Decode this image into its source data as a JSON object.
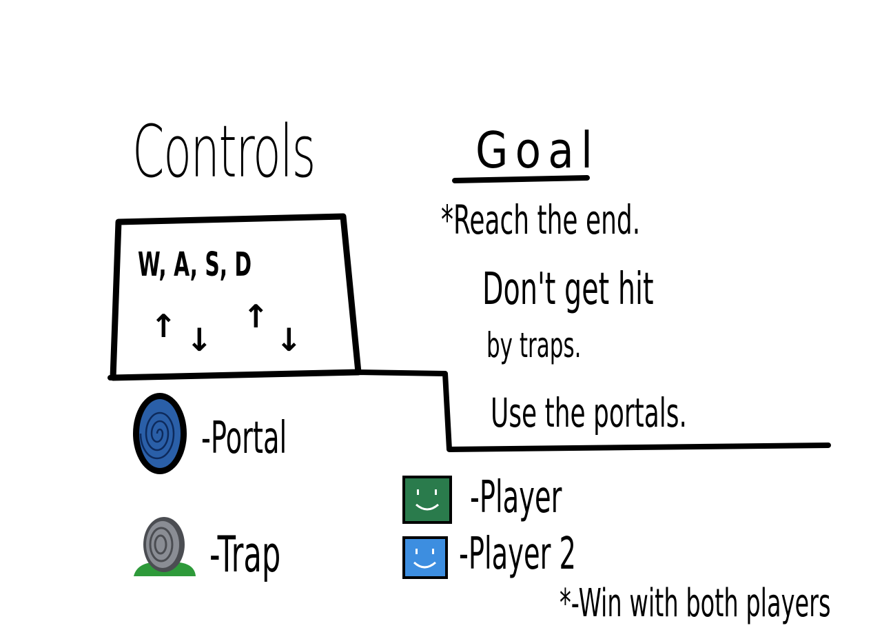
{
  "controls": {
    "title": "Controls",
    "keys": "W, A, S, D",
    "arrows": [
      "↑",
      "↓",
      "↑",
      "↓"
    ]
  },
  "goal": {
    "title": "Goal",
    "lines": [
      "*Reach the end.",
      "Don't get hit",
      "by traps.",
      "Use the portals."
    ]
  },
  "legend": {
    "portal": {
      "icon": "portal-icon",
      "label": "-Portal",
      "colors": {
        "rim": "#000000",
        "fill": "#2a5fa8",
        "swirl": "#0d2a5c"
      }
    },
    "trap": {
      "icon": "trap-icon",
      "label": "-Trap",
      "colors": {
        "disc": "#7c7f86",
        "grass": "#2e9a3a"
      }
    },
    "player1": {
      "icon": "player-green-icon",
      "label": "-Player",
      "color": "#2a7b4c"
    },
    "player2": {
      "icon": "player-blue-icon",
      "label": "-Player 2",
      "color": "#3d8ee0"
    }
  },
  "footnote": "*-Win with both players"
}
